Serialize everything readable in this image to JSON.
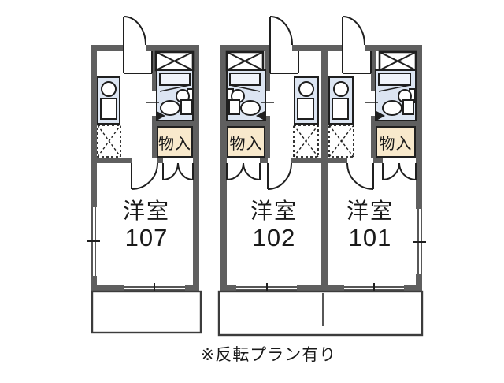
{
  "floorplan": {
    "units": [
      {
        "room_type": "洋室",
        "room_number": "107",
        "storage_label": "物入"
      },
      {
        "room_type": "洋室",
        "room_number": "102",
        "storage_label": "物入"
      },
      {
        "room_type": "洋室",
        "room_number": "101",
        "storage_label": "物入"
      }
    ],
    "footnote": "※反転プラン有り",
    "colors": {
      "wall": "#5f5f5f",
      "fixture_fill": "#dce5f2",
      "fixture_light": "#f0f4fb",
      "storage_bg": "#f8e9cc",
      "line": "#1f1f1f",
      "balcony_line": "#3c3c3c"
    }
  }
}
